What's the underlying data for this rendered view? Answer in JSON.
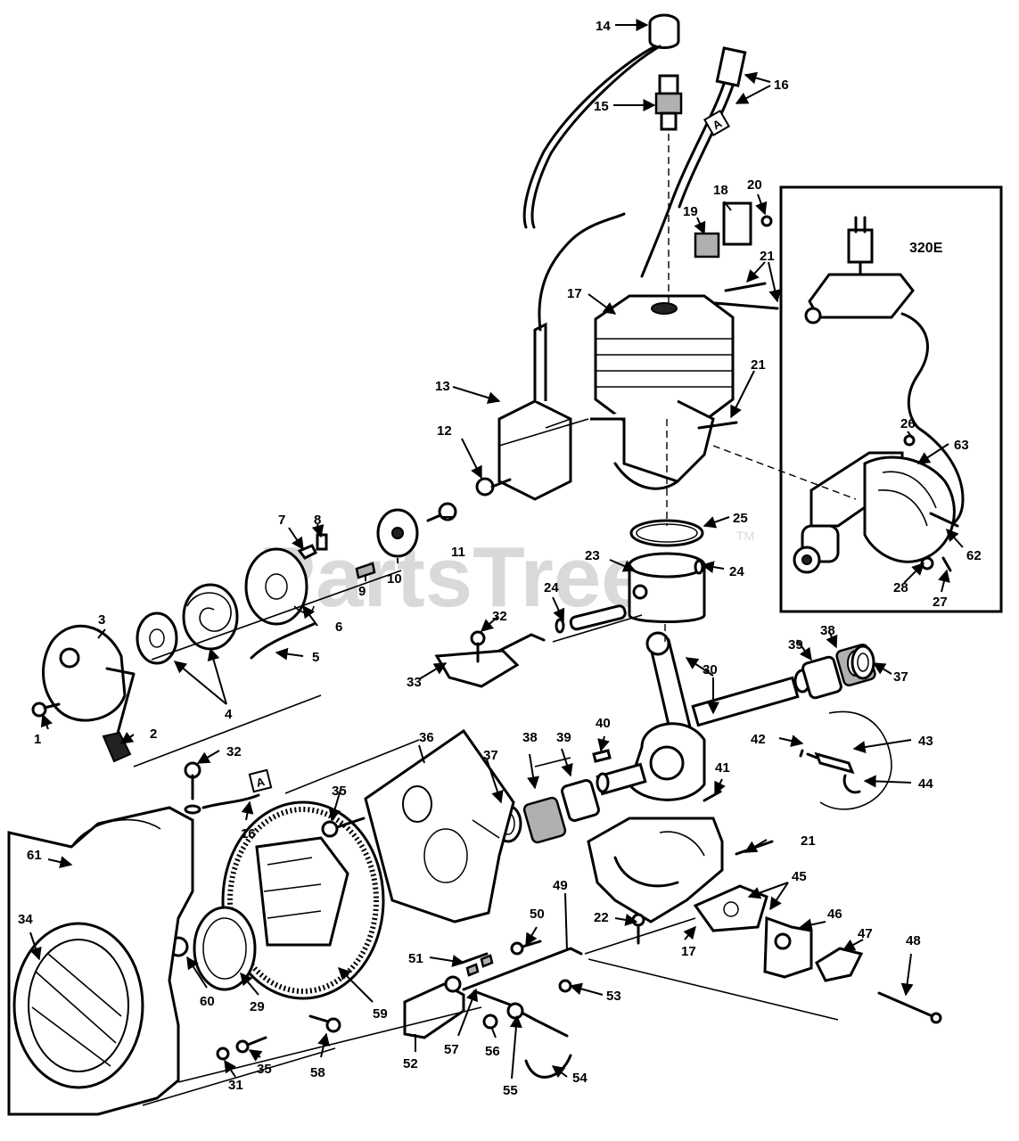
{
  "watermark": {
    "text": "PartsTree",
    "tm": "TM"
  },
  "inset": {
    "label": "320E"
  },
  "reference_tags": [
    "A",
    "A"
  ],
  "callouts": {
    "c1": "1",
    "c2": "2",
    "c3": "3",
    "c4": "4",
    "c5": "5",
    "c6": "6",
    "c7": "7",
    "c8": "8",
    "c9": "9",
    "c10": "10",
    "c11": "11",
    "c12": "12",
    "c13": "13",
    "c14": "14",
    "c15": "15",
    "c16a": "16",
    "c16b": "16",
    "c17a": "17",
    "c17b": "17",
    "c18": "18",
    "c19": "19",
    "c20": "20",
    "c21a": "21",
    "c21b": "21",
    "c21c": "21",
    "c22": "22",
    "c23": "23",
    "c24a": "24",
    "c24b": "24",
    "c25": "25",
    "c26": "26",
    "c27": "27",
    "c28": "28",
    "c29": "29",
    "c30": "30",
    "c31": "31",
    "c32a": "32",
    "c32b": "32",
    "c33": "33",
    "c34": "34",
    "c35a": "35",
    "c35b": "35",
    "c36": "36",
    "c37a": "37",
    "c37b": "37",
    "c38a": "38",
    "c38b": "38",
    "c39a": "39",
    "c39b": "39",
    "c40": "40",
    "c41": "41",
    "c42": "42",
    "c43": "43",
    "c44": "44",
    "c45": "45",
    "c46": "46",
    "c47": "47",
    "c48": "48",
    "c49": "49",
    "c50": "50",
    "c51": "51",
    "c52": "52",
    "c53": "53",
    "c54": "54",
    "c55": "55",
    "c56": "56",
    "c57": "57",
    "c58": "58",
    "c59": "59",
    "c60": "60",
    "c61": "61",
    "c62": "62",
    "c63": "63"
  }
}
